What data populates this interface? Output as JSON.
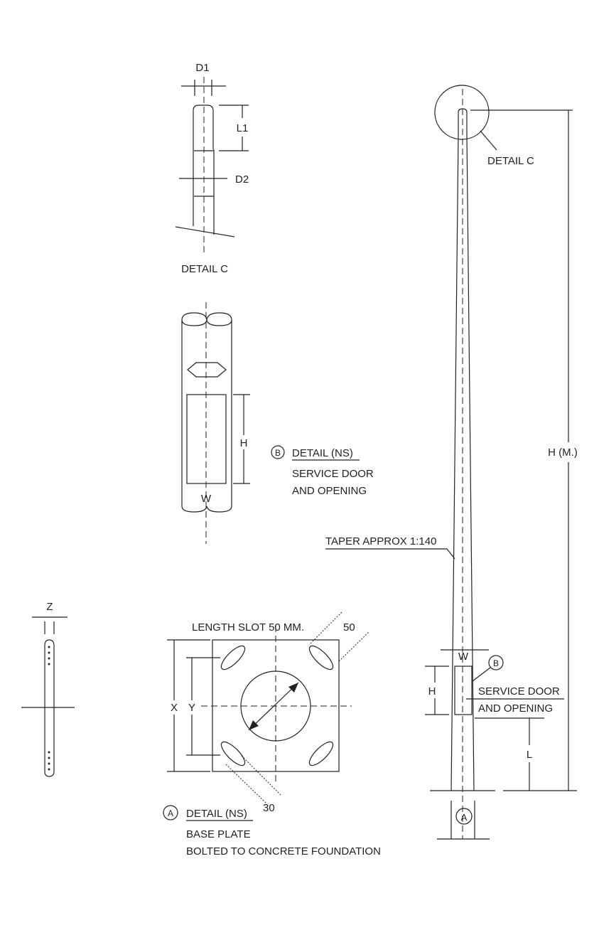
{
  "detail_c": {
    "d1": "D1",
    "l1": "L1",
    "d2": "D2",
    "title": "DETAIL C"
  },
  "detail_b": {
    "h": "H",
    "w": "W",
    "marker": "B",
    "title": "DETAIL (NS)",
    "line1": "SERVICE DOOR",
    "line2": "AND OPENING"
  },
  "pole": {
    "detail_c": "DETAIL C",
    "height": "H (M.)",
    "taper": "TAPER APPROX 1:140",
    "w": "W",
    "h": "H",
    "marker_b": "B",
    "service1": "SERVICE DOOR",
    "service2": "AND OPENING",
    "l": "L",
    "marker_a": "A"
  },
  "base_plate": {
    "slot_label": "LENGTH SLOT 50 MM.",
    "dim_50": "50",
    "dim_30": "30",
    "x": "X",
    "y": "Y",
    "marker": "A",
    "title": "DETAIL (NS)",
    "line1": "BASE PLATE",
    "line2": "BOLTED TO CONCRETE FOUNDATION"
  },
  "z_detail": {
    "z": "Z"
  }
}
